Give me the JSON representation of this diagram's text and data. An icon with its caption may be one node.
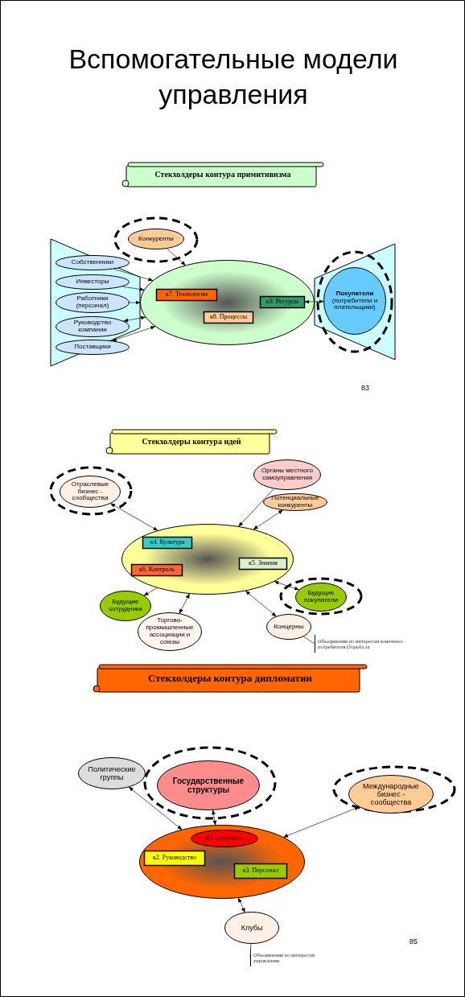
{
  "diagram": {
    "title": "Вспомогательные модели управления",
    "nodes": [
      {
        "text": [
          "Стекхолдеры контура примитивизма"
        ]
      },
      {
        "text": [],
        "shape": "trapezoid"
      },
      {
        "text": [
          "Собственники"
        ],
        "in": 1
      },
      {
        "text": [
          "Инвесторы"
        ],
        "in": 1
      },
      {
        "text": [
          "Работники (персонал)"
        ],
        "in": 1
      },
      {
        "text": [
          "Руководство компании"
        ],
        "in": 1
      },
      {
        "text": [
          "Поставщики"
        ],
        "in": 1
      },
      {
        "text": [],
        "shape": "circle"
      },
      {
        "text": [
          "Конкуренты"
        ],
        "in": 7
      },
      {
        "text": [],
        "shape": "ellipse"
      },
      {
        "text": [
          "к7. Технологии"
        ],
        "in": 9
      },
      {
        "text": [
          "к8. Процессы"
        ],
        "in": 9
      },
      {
        "text": [
          "к9. Ресурсы"
        ],
        "in": 9
      },
      {
        "text": [],
        "shape": "trapezoid"
      },
      {
        "text": [],
        "shape": "circle",
        "in": 13
      },
      {
        "text": [
          "Покупатели",
          "(потребители и плательщики)"
        ],
        "in": 14
      },
      {
        "text": [
          "Стекхолдеры контура идей"
        ]
      },
      {
        "text": [],
        "shape": "circle"
      },
      {
        "text": [
          "Отраслевые бизнес - сообщества"
        ],
        "in": 17
      },
      {
        "text": [
          "Органы местного самоуправления"
        ]
      },
      {
        "text": [
          "Потенциальные конкуренты"
        ]
      },
      {
        "text": [],
        "shape": "ellipse"
      },
      {
        "text": [
          "к4. Культура"
        ],
        "in": 21
      },
      {
        "text": [
          "к6. Контроль"
        ],
        "in": 21
      },
      {
        "text": [
          "к5. Знания"
        ],
        "in": 21
      },
      {
        "text": [
          "Будущие сотрудники"
        ]
      },
      {
        "text": [],
        "shape": "circle"
      },
      {
        "text": [
          "Будущие покупатели"
        ],
        "in": 26
      },
      {
        "text": [
          "Торгово-промышленные ассоциации и союзы"
        ]
      },
      {
        "text": [
          "Концерны"
        ]
      },
      {
        "text": [
          "Объединения по интересам конечного потребителя (борьба за"
        ]
      },
      {
        "text": [
          "Стекхолдеры контура дипломатии"
        ]
      },
      {
        "text": [
          "Политические группы"
        ]
      },
      {
        "text": [],
        "shape": "circle"
      },
      {
        "text": [
          "Государственные структуры"
        ],
        "in": 33
      },
      {
        "text": [],
        "shape": "circle"
      },
      {
        "text": [
          "Международные бизнес - сообщества"
        ],
        "in": 35
      },
      {
        "text": [],
        "shape": "ellipse"
      },
      {
        "text": [
          "к1. Стратегия"
        ],
        "in": 37
      },
      {
        "text": [
          "к2. Руководство"
        ],
        "in": 37
      },
      {
        "text": [
          "к3. Персонал"
        ],
        "in": 37
      },
      {
        "text": [
          "Клубы"
        ]
      },
      {
        "text": [
          "Объединения по интересам управления"
        ]
      }
    ],
    "edges": [
      {
        "from": 2,
        "to": 9,
        "arrow": "to"
      },
      {
        "from": 3,
        "to": 9,
        "arrow": "to"
      },
      {
        "from": 4,
        "to": 9,
        "arrow": "to"
      },
      {
        "from": 5,
        "to": 9,
        "arrow": "both"
      },
      {
        "from": 6,
        "to": 9,
        "arrow": "both"
      },
      {
        "from": 8,
        "to": 9,
        "arrow": "to"
      },
      {
        "from": 12,
        "to": 15,
        "arrow": "both"
      },
      {
        "from": 18,
        "to": 21,
        "arrow": "both"
      },
      {
        "from": 19,
        "to": 21,
        "arrow": "to"
      },
      {
        "from": 20,
        "to": 21,
        "arrow": "both"
      },
      {
        "from": 21,
        "to": 25,
        "arrow": "to"
      },
      {
        "from": 28,
        "to": 21,
        "arrow": "both"
      },
      {
        "from": 29,
        "to": 21,
        "arrow": "both"
      },
      {
        "from": 27,
        "to": 21,
        "arrow": "both"
      },
      {
        "from": 29,
        "to": 30,
        "arrow": "none"
      },
      {
        "from": 32,
        "to": 37,
        "arrow": "both"
      },
      {
        "from": 34,
        "to": 37,
        "arrow": "both"
      },
      {
        "from": 36,
        "to": 37,
        "arrow": "both"
      },
      {
        "from": 41,
        "to": 37,
        "arrow": "both"
      },
      {
        "from": 41,
        "to": 42,
        "arrow": "none"
      }
    ],
    "labels": [
      "83",
      "85"
    ]
  }
}
